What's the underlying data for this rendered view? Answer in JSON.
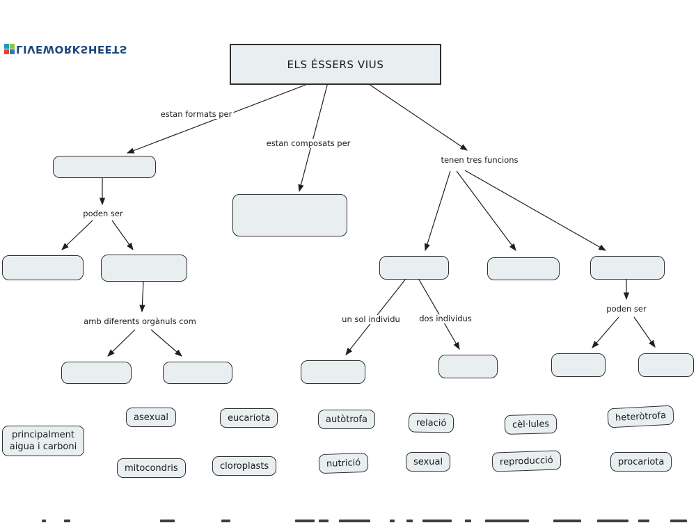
{
  "logo": {
    "text": "LIVEWORKSHEETS"
  },
  "diagram": {
    "title": "ELS ÉSSERS VIUS",
    "edge_labels": {
      "formats": "estan formats per",
      "composats": "estan composats per",
      "funcions": "tenen tres funcions",
      "poden_ser_left": "poden ser",
      "organuls": "amb diferents orgànuls com",
      "un_sol": "un sol individu",
      "dos": "dos individus",
      "poden_ser_right": "poden ser"
    },
    "empty_box_count": 13
  },
  "wordbank": {
    "items": [
      {
        "label": "principalment aigua i carboni"
      },
      {
        "label": "asexual"
      },
      {
        "label": "eucariota"
      },
      {
        "label": "autòtrofa"
      },
      {
        "label": "relació"
      },
      {
        "label": "cèl·lules"
      },
      {
        "label": "heteròtrofa"
      },
      {
        "label": "mitocondris"
      },
      {
        "label": "cloroplasts"
      },
      {
        "label": "nutrició"
      },
      {
        "label": "sexual"
      },
      {
        "label": "reproducció"
      },
      {
        "label": "procariota"
      }
    ]
  },
  "colors": {
    "box_fill": "#e9eff1",
    "box_border": "#2f2f2f",
    "line": "#1f1f1f",
    "logo_navy": "#1b4a7e",
    "logo_grid": [
      "#e8432d",
      "#2b78c5",
      "#1f9bb5",
      "#8bc63f"
    ]
  }
}
